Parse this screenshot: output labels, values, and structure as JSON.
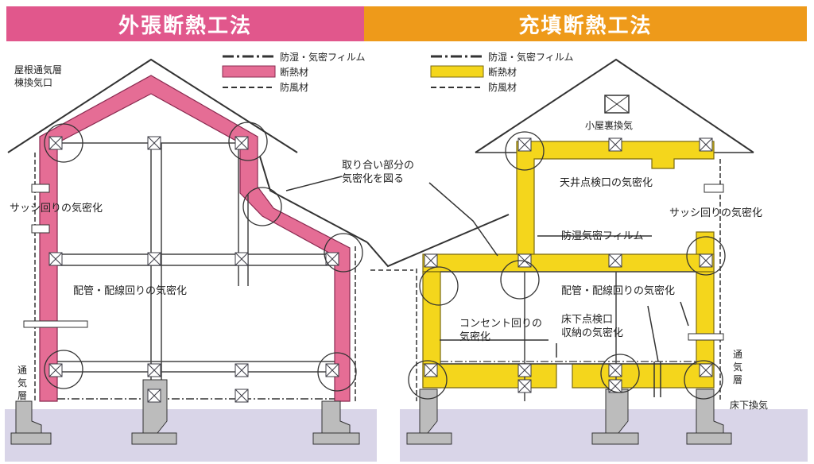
{
  "colors": {
    "left_header": "#e1578c",
    "right_header": "#ee9a1a",
    "left_insulation": "#e56d95",
    "right_insulation": "#f4d61c",
    "ground": "#d9d5e8",
    "structure_line": "#3c3c46"
  },
  "headers": {
    "left": "外張断熱工法",
    "right": "充填断熱工法"
  },
  "legend_left": {
    "film": "防湿・気密フィルム",
    "insulation": "断熱材",
    "windproof": "防風材"
  },
  "legend_right": {
    "film": "防湿・気密フィルム",
    "insulation": "断熱材",
    "windproof": "防風材"
  },
  "labels_left": {
    "roof_vent_1": "屋根通気層",
    "roof_vent_2": "棟換気口",
    "sash": "サッシ回りの気密化",
    "piping": "配管・配線回りの気密化",
    "vent_layer_chars": [
      "通",
      "気",
      "層"
    ]
  },
  "labels_center": {
    "junction_1": "取り合い部分の",
    "junction_2": "気密化を図る"
  },
  "labels_right": {
    "attic_vent": "小屋裏換気",
    "ceiling_hatch": "天井点検口の気密化",
    "sash": "サッシ回りの気密化",
    "film": "防湿気密フィルム",
    "piping": "配管・配線回りの気密化",
    "outlet_1": "コンセント回りの",
    "outlet_2": "気密化",
    "floor_hatch_1": "床下点検口",
    "floor_hatch_2": "収納の気密化",
    "vent_layer_chars": [
      "通",
      "気",
      "層"
    ],
    "underfloor": "床下換気"
  }
}
